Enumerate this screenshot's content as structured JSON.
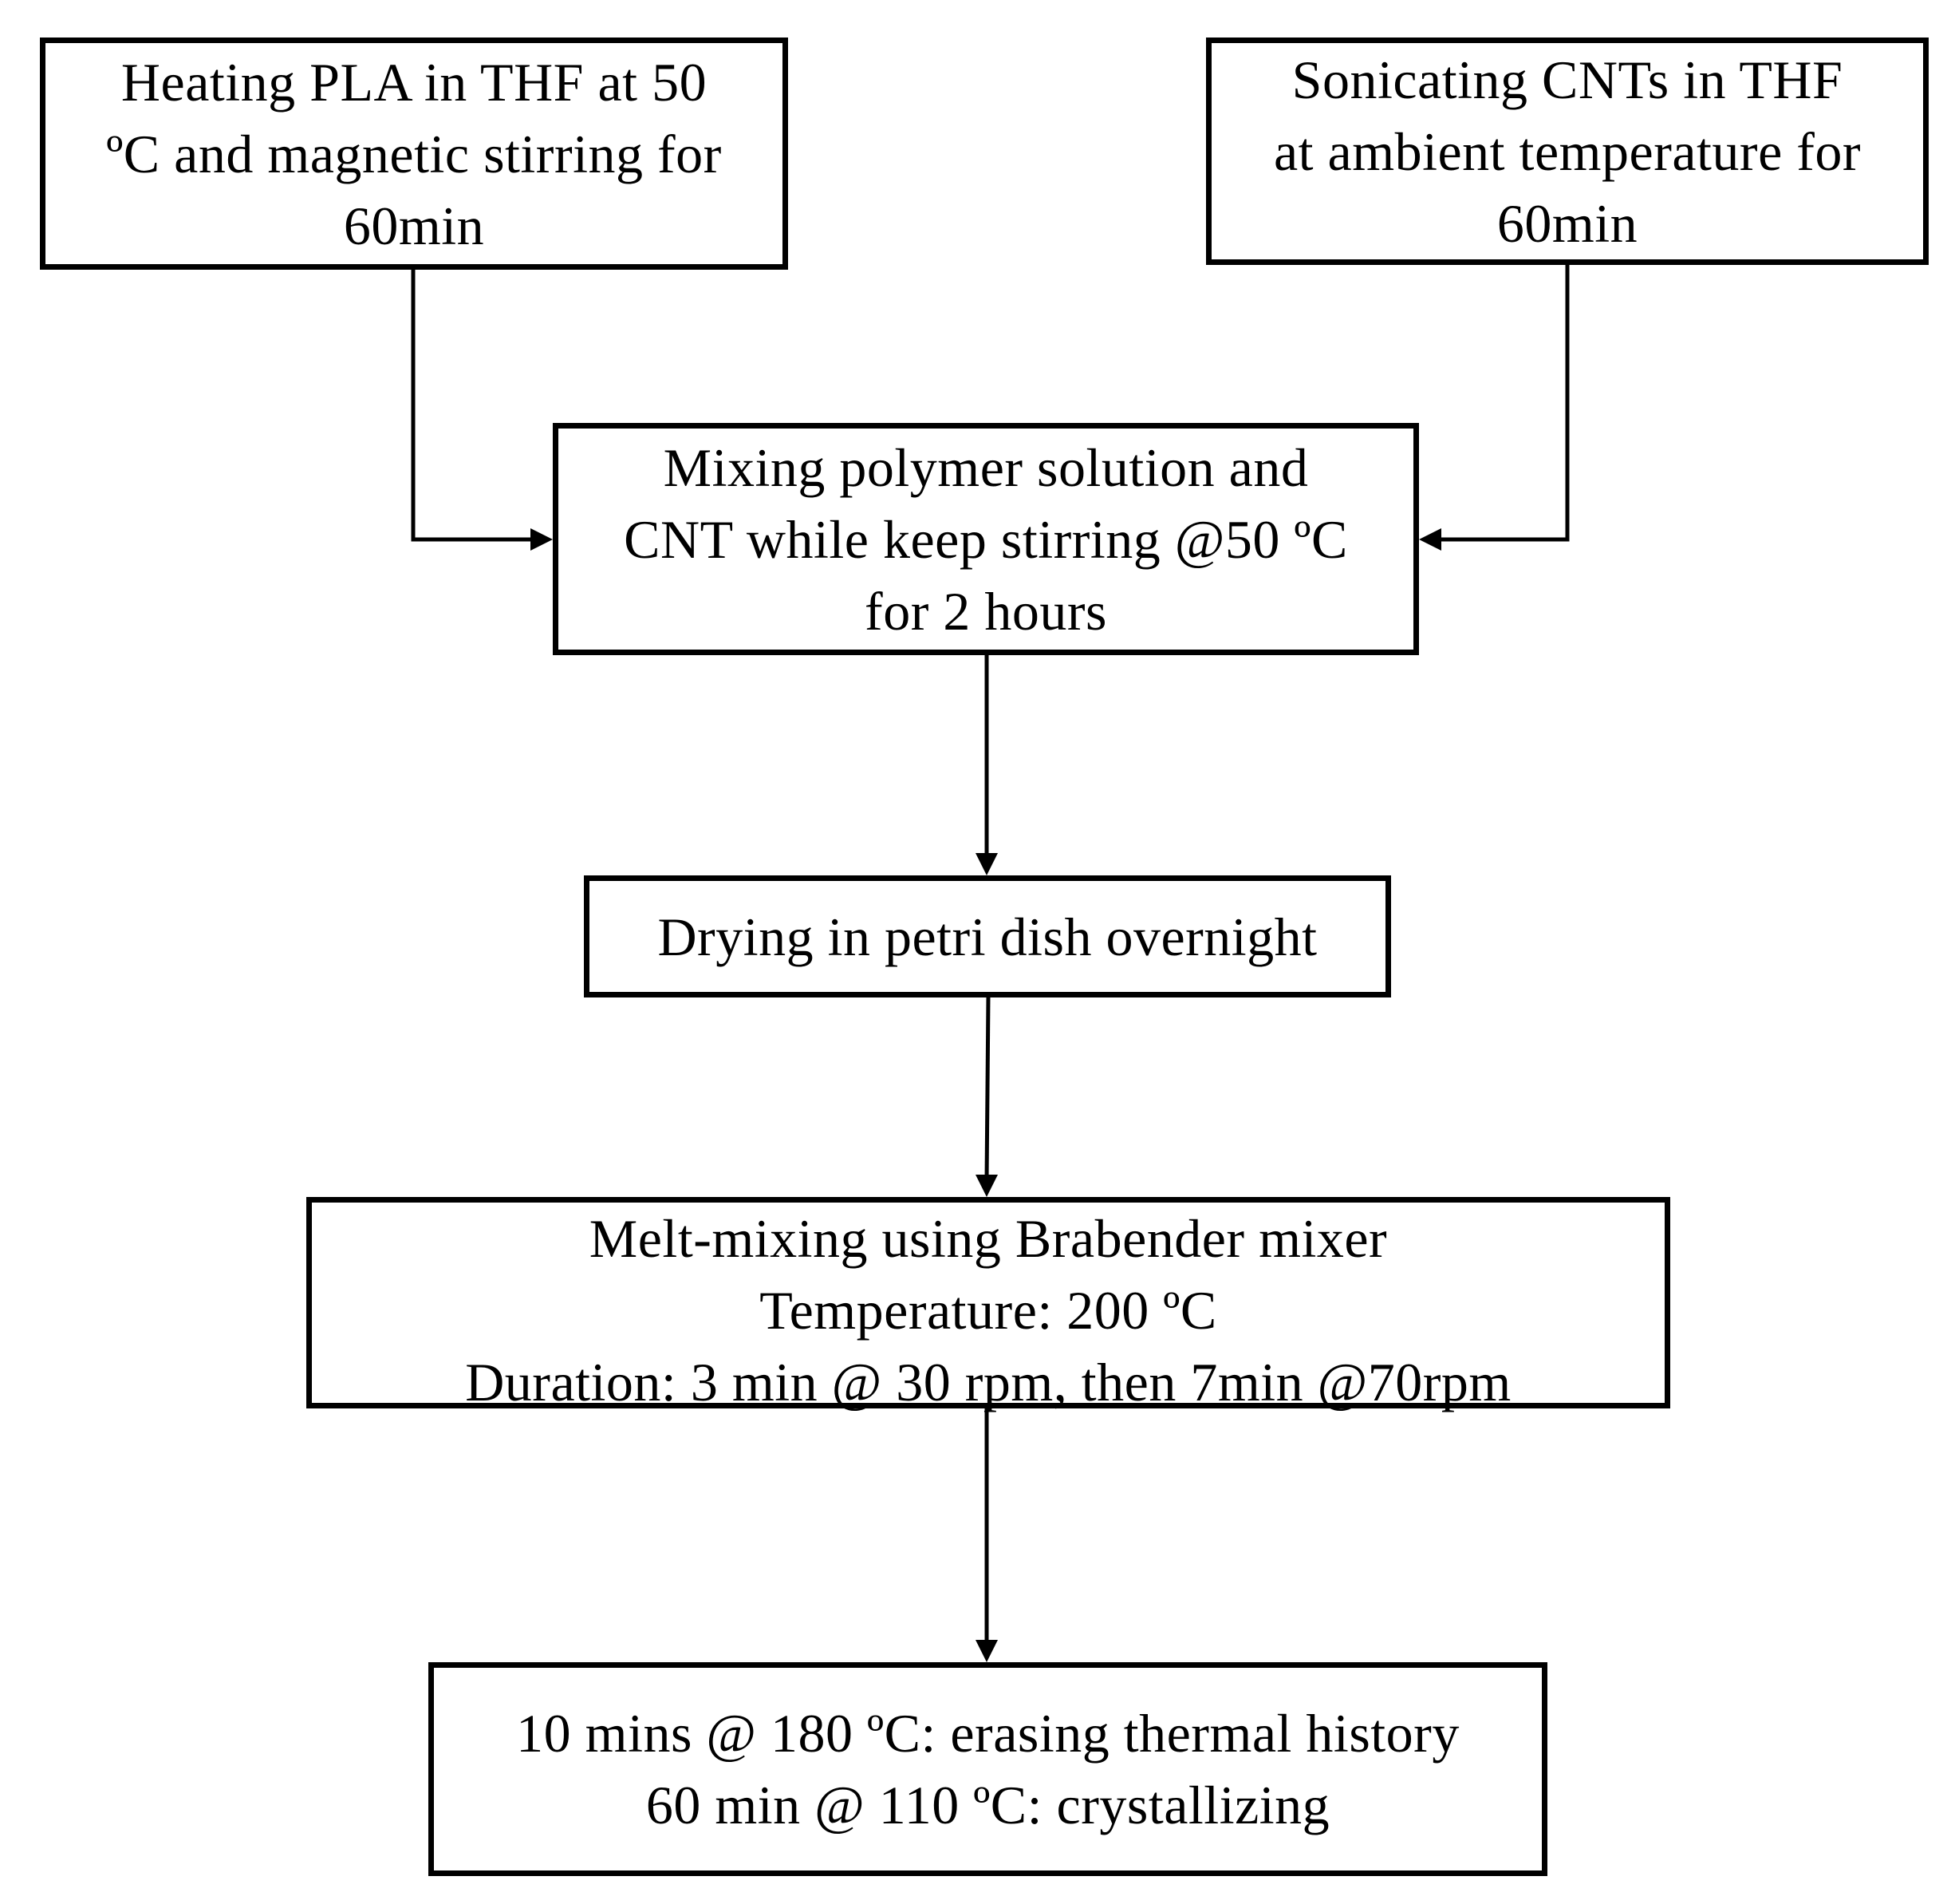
{
  "diagram": {
    "boxes": [
      {
        "id": "heat-pla",
        "lines": [
          "Heating PLA in THF at 50",
          "ºC and magnetic stirring for",
          "60min"
        ]
      },
      {
        "id": "sonicate-cnt",
        "lines": [
          "Sonicating CNTs in THF",
          "at ambient temperature for",
          "60min"
        ]
      },
      {
        "id": "mixing",
        "lines": [
          "Mixing polymer solution and",
          "CNT while keep stirring @50 ºC",
          "for 2 hours"
        ]
      },
      {
        "id": "drying",
        "lines": [
          "Drying in petri dish overnight"
        ]
      },
      {
        "id": "melt-mixing",
        "lines": [
          "Melt-mixing using Brabender mixer",
          "Temperature: 200 ºC",
          "Duration: 3 min @ 30 rpm, then 7min @70rpm"
        ]
      },
      {
        "id": "thermal",
        "lines": [
          "10 mins @ 180 ºC: erasing thermal history",
          "60 min @ 110 ºC: crystallizing"
        ]
      }
    ],
    "edges": [
      {
        "from": "heat-pla",
        "to": "mixing"
      },
      {
        "from": "sonicate-cnt",
        "to": "mixing"
      },
      {
        "from": "mixing",
        "to": "drying"
      },
      {
        "from": "drying",
        "to": "melt-mixing"
      },
      {
        "from": "melt-mixing",
        "to": "thermal"
      }
    ]
  }
}
